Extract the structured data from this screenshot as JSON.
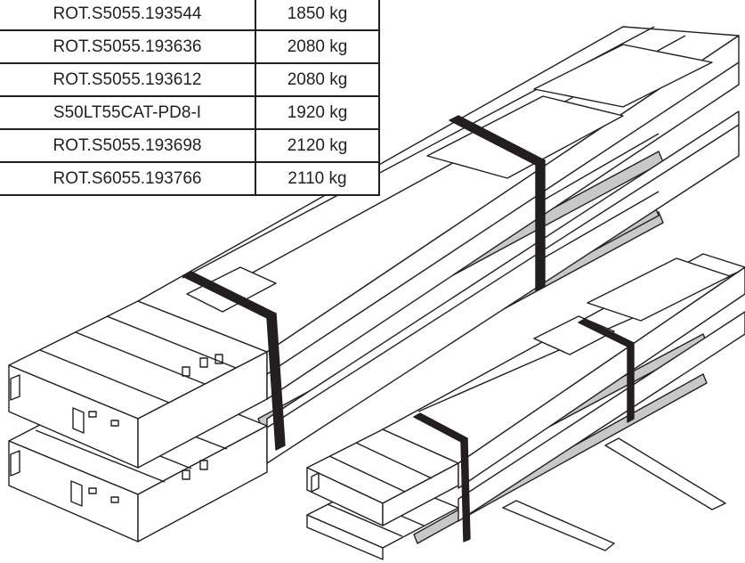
{
  "table": {
    "rows": [
      {
        "model": "ROT.S5055.193544",
        "weight": "1850 kg"
      },
      {
        "model": "ROT.S5055.193636",
        "weight": "2080 kg"
      },
      {
        "model": "ROT.S5055.193612",
        "weight": "2080 kg"
      },
      {
        "model": "S50LT55CAT-PD8-I",
        "weight": "1920 kg"
      },
      {
        "model": "ROT.S5055.193698",
        "weight": "2120 kg"
      },
      {
        "model": "ROT.S6055.193766",
        "weight": "2110 kg"
      }
    ]
  },
  "colors": {
    "line": "#231f20",
    "wood": "#c8c8c8",
    "strap": "#231f20",
    "background": "#ffffff"
  }
}
